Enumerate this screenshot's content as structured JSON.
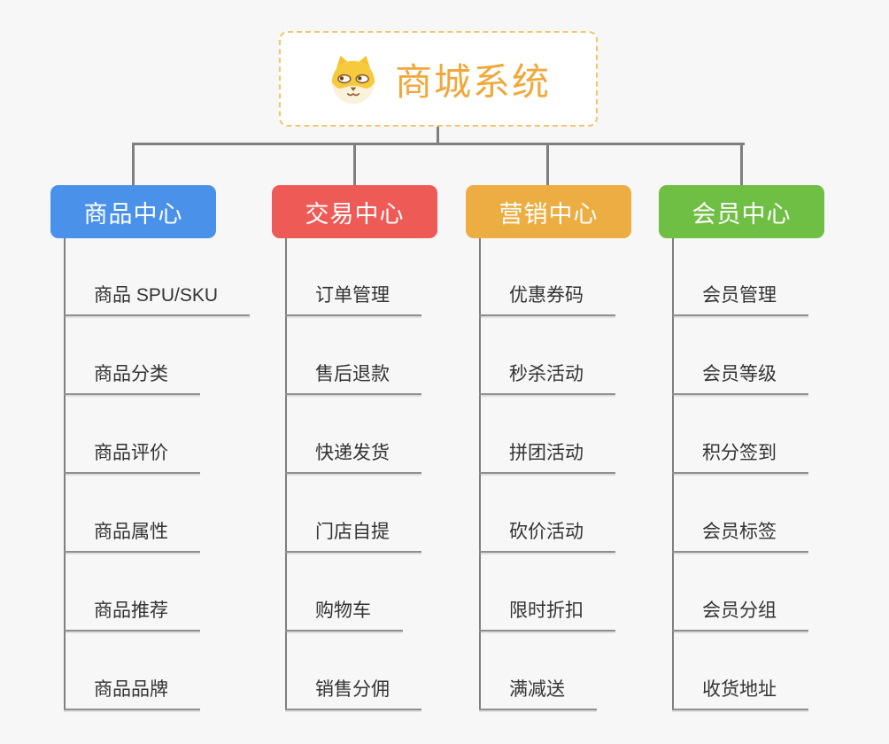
{
  "root": {
    "title": "商城系统",
    "title_color": "#f0a83a",
    "border_color": "#f6c468",
    "icon": "dog-face-icon"
  },
  "connector_color": "#7f7f7f",
  "branches": [
    {
      "label": "商品中心",
      "color": "#4a91ea",
      "items": [
        "商品 SPU/SKU",
        "商品分类",
        "商品评价",
        "商品属性",
        "商品推荐",
        "商品品牌"
      ]
    },
    {
      "label": "交易中心",
      "color": "#ee5a55",
      "items": [
        "订单管理",
        "售后退款",
        "快递发货",
        "门店自提",
        "购物车",
        "销售分佣"
      ]
    },
    {
      "label": "营销中心",
      "color": "#ecae42",
      "items": [
        "优惠券码",
        "秒杀活动",
        "拼团活动",
        "砍价活动",
        "限时折扣",
        "满减送"
      ]
    },
    {
      "label": "会员中心",
      "color": "#70bf45",
      "items": [
        "会员管理",
        "会员等级",
        "积分签到",
        "会员标签",
        "会员分组",
        "收货地址"
      ]
    }
  ]
}
